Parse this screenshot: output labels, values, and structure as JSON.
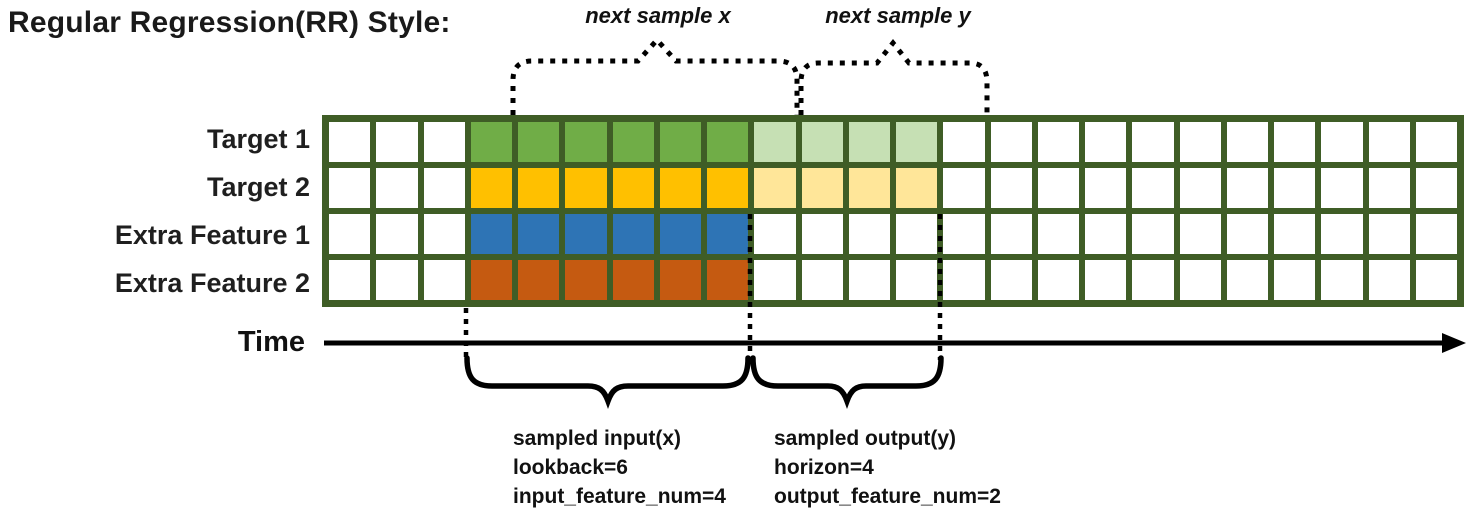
{
  "title": "Regular Regression(RR) Style:",
  "annotations": {
    "next_sample_x": "next sample x",
    "next_sample_y": "next sample y",
    "sampled_input": [
      "sampled input(x)",
      "lookback=6",
      "input_feature_num=4"
    ],
    "sampled_output": [
      "sampled output(y)",
      "horizon=4",
      "output_feature_num=2"
    ]
  },
  "time_axis": {
    "label": "Time"
  },
  "params": {
    "lookback": 6,
    "horizon": 4,
    "input_feature_num": 4,
    "output_feature_num": 2
  },
  "grid": {
    "columns": 24,
    "input_start_col": 4,
    "input_cols": 6,
    "output_start_col": 10,
    "output_cols": 4,
    "border_color": "#3F5D26",
    "empty_cell_color": "#FFFFFF",
    "rows": [
      {
        "label": "Target 1",
        "input_color": "#70AD47",
        "output_color": "#C6E0B4",
        "has_output": true
      },
      {
        "label": "Target 2",
        "input_color": "#FFC000",
        "output_color": "#FFE699",
        "has_output": true
      },
      {
        "label": "Extra Feature 1",
        "input_color": "#2E74B5",
        "output_color": null,
        "has_output": false
      },
      {
        "label": "Extra Feature 2",
        "input_color": "#C55A11",
        "output_color": null,
        "has_output": false
      }
    ]
  },
  "colors": {
    "annotation_stroke": "#000000",
    "text": "#111111"
  }
}
